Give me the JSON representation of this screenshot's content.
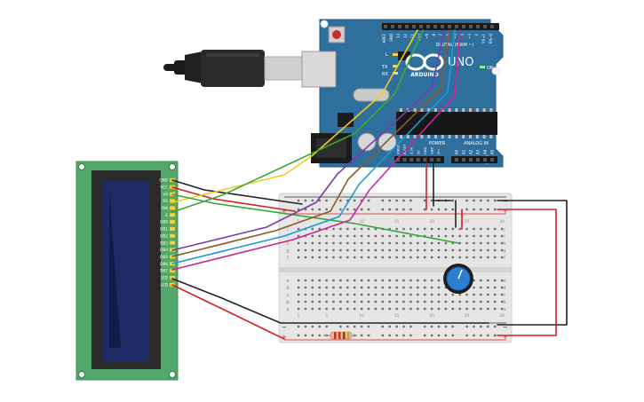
{
  "arduino": {
    "brand_label": "ARDUINO",
    "model_label": "UNO",
    "digital_header_label": "DIGITAL (PWM ~)",
    "analog_header_label": "ANALOG IN",
    "power_header_label": "POWER",
    "tx_label": "TX",
    "rx_label": "RX",
    "l_label": "L",
    "on_label": "ON",
    "digital_pins": [
      "AREF",
      "GND",
      "13",
      "12",
      "~11",
      "~10",
      "~9",
      "8",
      "7",
      "~6",
      "~5",
      "4",
      "~3",
      "2",
      "TX→1",
      "RX←0"
    ],
    "power_pins": [
      "IOREF",
      "RESET",
      "3.3V",
      "5V",
      "GND",
      "GND",
      "Vin"
    ],
    "analog_pins": [
      "A0",
      "A1",
      "A2",
      "A3",
      "A4",
      "A5"
    ]
  },
  "lcd": {
    "pins": [
      "GND",
      "VCC",
      "V0",
      "RS",
      "RW",
      "E",
      "DB0",
      "DB1",
      "DB2",
      "DB3",
      "DB4",
      "DB5",
      "DB6",
      "DB7",
      "LED",
      "LED"
    ]
  },
  "breadboard": {
    "top_row_letters": [
      "j",
      "i",
      "h",
      "g",
      "f"
    ],
    "bottom_row_letters": [
      "e",
      "d",
      "c",
      "b",
      "a"
    ],
    "column_numbers": [
      "1",
      "",
      "",
      "",
      "5",
      "",
      "",
      "",
      "",
      "10",
      "",
      "",
      "",
      "",
      "15",
      "",
      "",
      "",
      "",
      "20",
      "",
      "",
      "",
      "",
      "25",
      "",
      "",
      "",
      "",
      "30"
    ],
    "rail_plus": "+",
    "rail_minus": "−"
  },
  "colors": {
    "board_blue": "#2f6f9e",
    "breadboard": "#e6e6e6",
    "lcd_green": "#52a86a",
    "lcd_screen": "#1e2a64",
    "wire_black": "#222222",
    "wire_red": "#d42020",
    "wire_yellow": "#f0cc20",
    "wire_green": "#3aa63a",
    "wire_purple": "#7a3aa8",
    "wire_brown": "#8a5a2a",
    "wire_blue": "#1e9ad2",
    "wire_magenta": "#c8289a"
  }
}
